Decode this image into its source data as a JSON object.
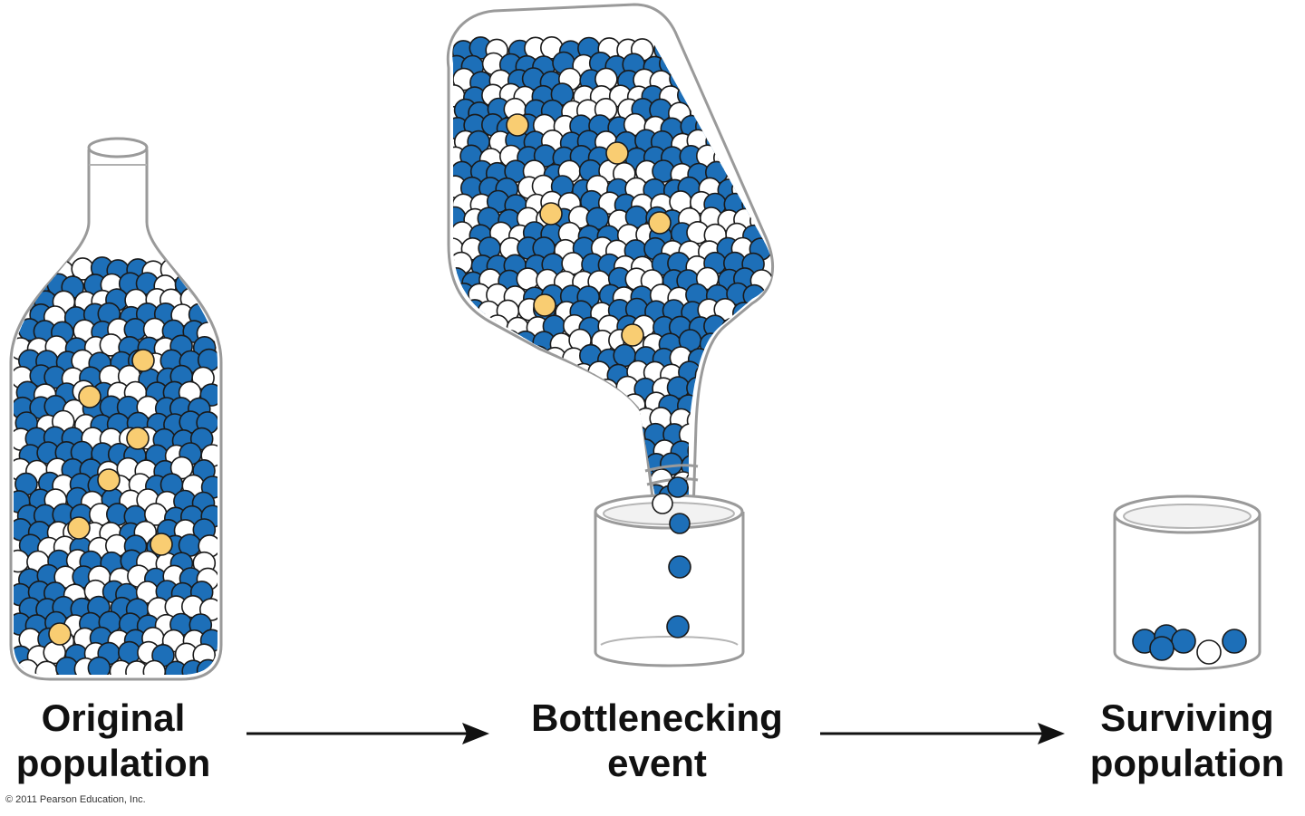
{
  "labels": {
    "original_line1": "Original",
    "original_line2": "population",
    "bottleneck_line1": "Bottlenecking",
    "bottleneck_line2": "event",
    "surviving_line1": "Surviving",
    "surviving_line2": "population"
  },
  "copyright": "© 2011 Pearson Education, Inc.",
  "colors": {
    "blue_allele": "#1d6fb8",
    "white_allele": "#ffffff",
    "yellow_allele": "#f9cd72",
    "outline": "#1a1a1a",
    "glass": "#9a9a9a"
  },
  "populations": {
    "original": {
      "yellow_count": 7
    },
    "bottleneck": {
      "yellow_count": 6,
      "falling_blue_count": 2
    },
    "surviving": {
      "blue_count": 4,
      "white_count": 1,
      "yellow_count": 0
    }
  }
}
